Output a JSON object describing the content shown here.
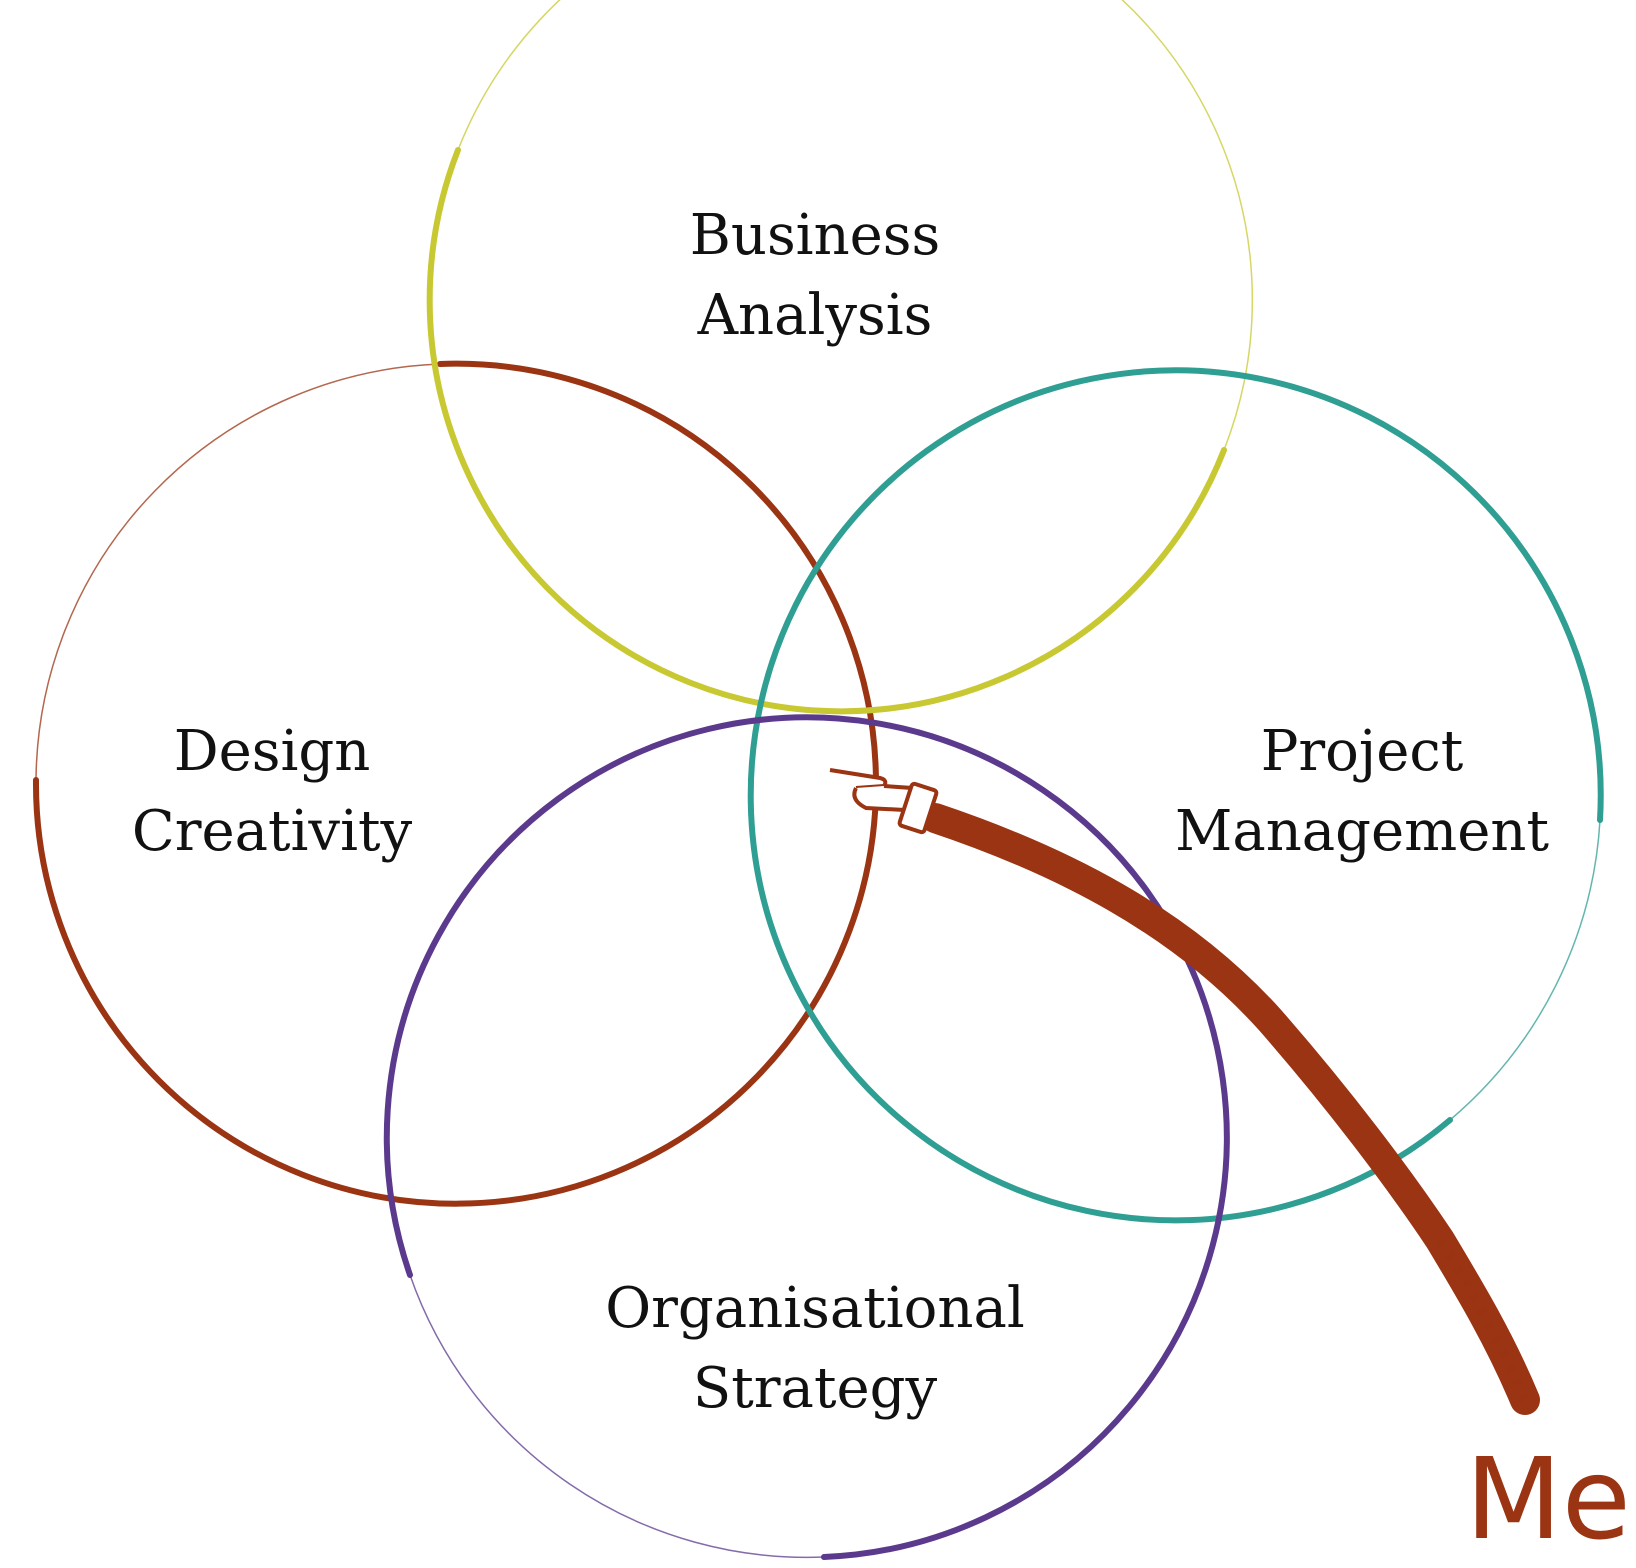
{
  "colors": {
    "business": "#c8c832",
    "design": "#9a3412",
    "project": "#2f9e93",
    "organisational": "#5b3a8e",
    "pointer": "#9a3412",
    "me_text": "#9a3412",
    "text": "#111111"
  },
  "circles": [
    {
      "id": "business",
      "line1": "Business",
      "line2": "Analysis",
      "color_key": "business"
    },
    {
      "id": "design",
      "line1": "Design",
      "line2": "Creativity",
      "color_key": "design"
    },
    {
      "id": "project",
      "line1": "Project",
      "line2": "Management",
      "color_key": "project"
    },
    {
      "id": "organisational",
      "line1": "Organisational",
      "line2": "Strategy",
      "color_key": "organisational"
    }
  ],
  "pointer": {
    "label": "Me",
    "icon": "pointing-hand-icon"
  }
}
